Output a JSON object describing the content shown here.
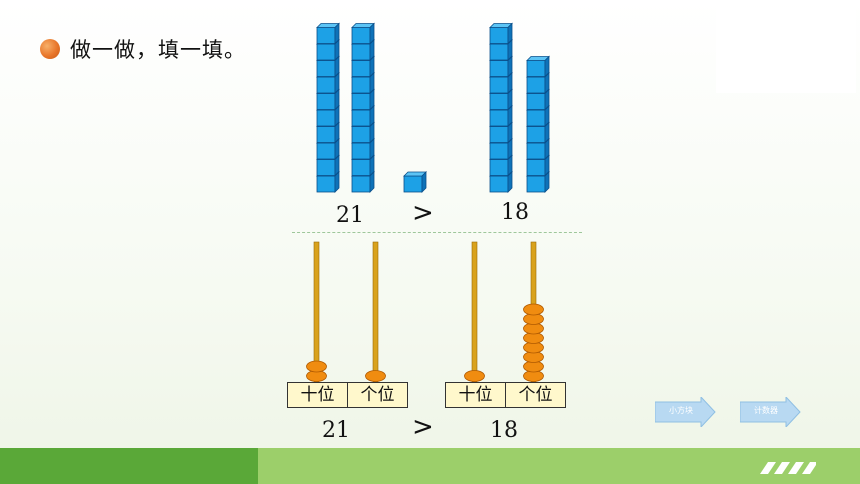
{
  "title": "做一做，填一填。",
  "blocks": {
    "left_number": "21",
    "comparison": ">",
    "right_number": "18",
    "left_tens": 2,
    "left_ones": 1,
    "right_tens": 1,
    "right_ones": 8,
    "cube_color": "#1da1e6"
  },
  "abacus": {
    "left": {
      "tens_label": "十位",
      "ones_label": "个位",
      "number": "21",
      "tens_beads": 2,
      "ones_beads": 1
    },
    "comparison": ">",
    "right": {
      "tens_label": "十位",
      "ones_label": "个位",
      "number": "18",
      "tens_beads": 1,
      "ones_beads": 8
    },
    "bead_color": "#f08c10"
  },
  "nav": {
    "btn1_label": "小方块",
    "btn2_label": "计数器"
  },
  "colors": {
    "bar_dark": "#5aa838",
    "bar_light": "#9ccf6a"
  }
}
